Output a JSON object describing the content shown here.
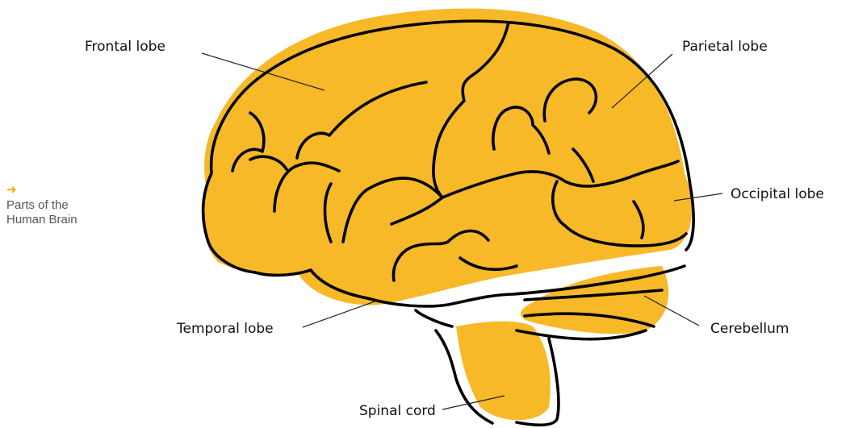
{
  "caption": {
    "arrow_glyph": "➜",
    "line1": "Parts of the",
    "line2": "Human Brain"
  },
  "labels": {
    "frontal": "Frontal lobe",
    "parietal": "Parietal lobe",
    "occipital": "Occipital lobe",
    "temporal": "Temporal lobe",
    "cerebellum": "Cerebellum",
    "spinal": "Spinal cord"
  },
  "colors": {
    "fill": "#f7b928",
    "accent": "#f5a800",
    "outline": "#000000"
  }
}
